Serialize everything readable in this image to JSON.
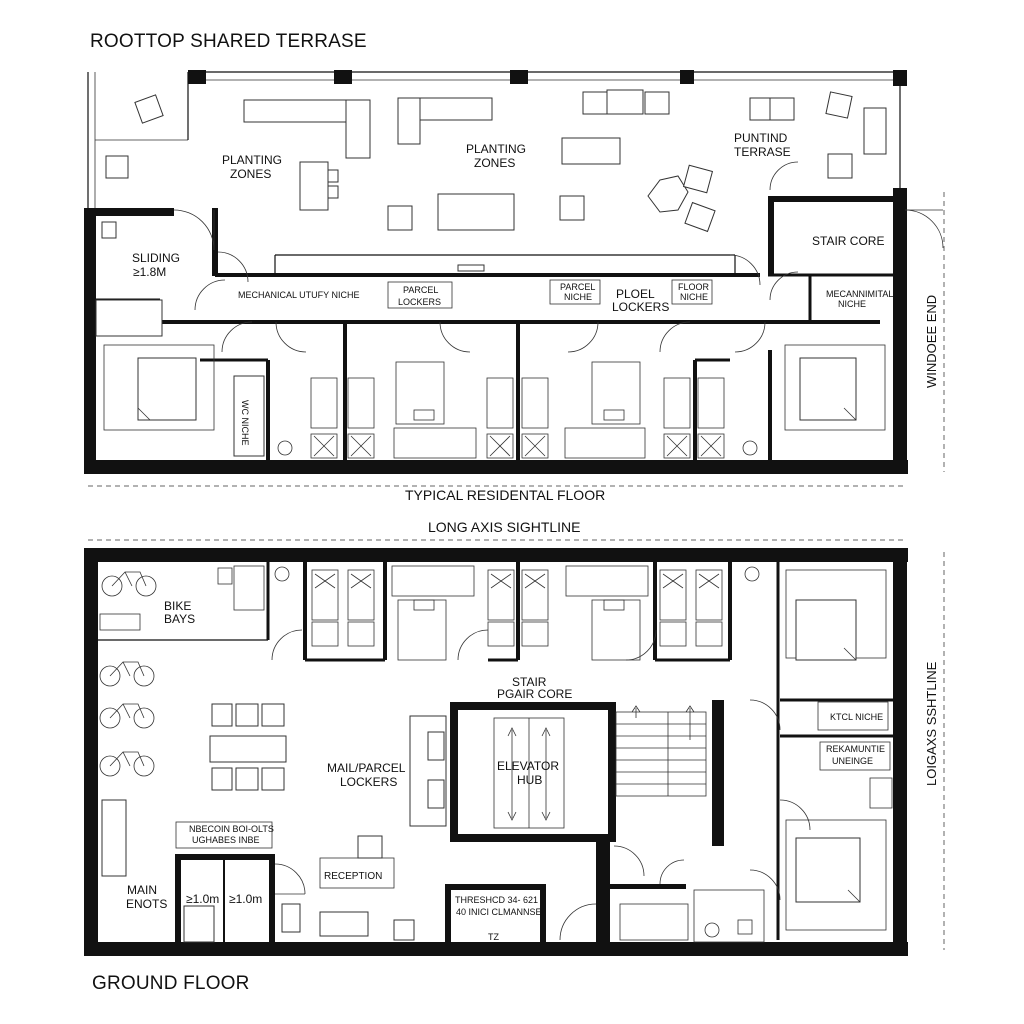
{
  "titles": {
    "rooftop": "ROOTTOP SHARED TERRASE",
    "typical": "TYPICAL RESIDENTAL FLOOR",
    "long_axis": "LONG AXIS SIGHTLINE",
    "ground": "GROUND FLOOR"
  },
  "upper_plan": {
    "planting_zones_left": [
      "PLANTING",
      "ZONES"
    ],
    "planting_zones_center": [
      "PLANTING",
      "ZONES"
    ],
    "punting_terrase": [
      "PUNTIND",
      "TERRASE"
    ],
    "sliding": [
      "SLIDING",
      "≥1.8M"
    ],
    "stair_core": "STAIR CORE",
    "mech_utility": "MECHANICAL UTUFY NICHE",
    "parcel_lockers": [
      "PARCEL",
      "LOCKERS"
    ],
    "parcel_niche": [
      "PARCEL",
      "NICHE"
    ],
    "ploel_lockers": [
      "PLOEL",
      "LOCKERS"
    ],
    "floor_niche": [
      "FLOOR",
      "NICHE"
    ],
    "mecanical_niche": [
      "MECANNIMITAL",
      "NICHE"
    ],
    "window_end": "WINDOEE END"
  },
  "ground_plan": {
    "bike_bays": [
      "BIKE",
      "BAYS"
    ],
    "stair_core": [
      "STAIR",
      "PGAIR CORE"
    ],
    "mail_parcel": [
      "MAIL/PARCEL",
      "LOCKERS"
    ],
    "elevator_hub": [
      "ELEVATOR",
      "HUB"
    ],
    "reception": "RECEPTION",
    "main_entry": [
      "MAIN",
      "ENOTS"
    ],
    "door_left": "≥1.0m",
    "door_right": "≥1.0m",
    "niche_box": [
      "NBECOIN BOI-OLTS",
      "UGHABES INBE"
    ],
    "threshold": [
      "THRESHCD 34- 621",
      "40 INICI CLMANNSE"
    ],
    "tz": "TZ",
    "rail_niche": "KTCL NICHE",
    "mech_niche": [
      "REKAMUNTIE",
      "UNEINGE"
    ],
    "long_axis_vertical": "LOIGAXS SSHTLINE"
  }
}
